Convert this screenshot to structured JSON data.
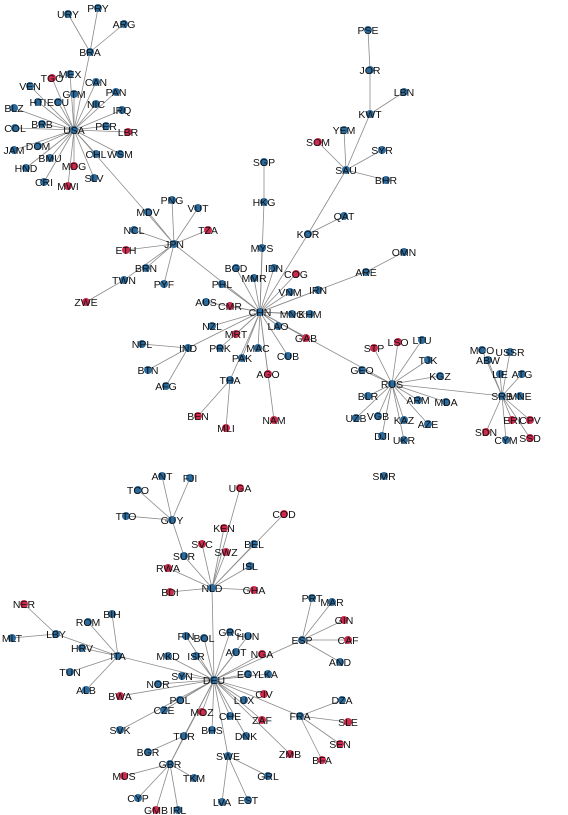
{
  "colors": {
    "blue": "#2b6a9b",
    "red": "#cc2b4e",
    "edge": "#8a8a8a"
  },
  "nodes": [
    {
      "id": "URY",
      "c": "blue"
    },
    {
      "id": "PRY",
      "c": "blue"
    },
    {
      "id": "ARG",
      "c": "blue"
    },
    {
      "id": "BRA",
      "c": "blue"
    },
    {
      "id": "VEN",
      "c": "blue"
    },
    {
      "id": "TGO",
      "c": "red"
    },
    {
      "id": "MEX",
      "c": "blue"
    },
    {
      "id": "CAN",
      "c": "blue"
    },
    {
      "id": "PAN",
      "c": "blue"
    },
    {
      "id": "BLZ",
      "c": "blue"
    },
    {
      "id": "HTI",
      "c": "blue"
    },
    {
      "id": "ECU",
      "c": "blue"
    },
    {
      "id": "GTM",
      "c": "blue"
    },
    {
      "id": "NIC",
      "c": "blue"
    },
    {
      "id": "IRQ",
      "c": "blue"
    },
    {
      "id": "COL",
      "c": "blue"
    },
    {
      "id": "BRB",
      "c": "blue"
    },
    {
      "id": "USA",
      "c": "blue"
    },
    {
      "id": "PER",
      "c": "blue"
    },
    {
      "id": "LBR",
      "c": "red"
    },
    {
      "id": "JAM",
      "c": "blue"
    },
    {
      "id": "DOM",
      "c": "blue"
    },
    {
      "id": "HND",
      "c": "blue"
    },
    {
      "id": "BMU",
      "c": "blue"
    },
    {
      "id": "MDG",
      "c": "red"
    },
    {
      "id": "CHL",
      "c": "blue"
    },
    {
      "id": "WSM",
      "c": "blue"
    },
    {
      "id": "CRI",
      "c": "blue"
    },
    {
      "id": "MWI",
      "c": "red"
    },
    {
      "id": "SLV",
      "c": "blue"
    },
    {
      "id": "PSE",
      "c": "blue"
    },
    {
      "id": "JOR",
      "c": "blue"
    },
    {
      "id": "LBN",
      "c": "blue"
    },
    {
      "id": "KWT",
      "c": "blue"
    },
    {
      "id": "SOM",
      "c": "red"
    },
    {
      "id": "YEM",
      "c": "blue"
    },
    {
      "id": "SYR",
      "c": "blue"
    },
    {
      "id": "SAU",
      "c": "blue"
    },
    {
      "id": "BHR",
      "c": "blue"
    },
    {
      "id": "QAT",
      "c": "blue"
    },
    {
      "id": "KOR",
      "c": "blue"
    },
    {
      "id": "SGP",
      "c": "blue"
    },
    {
      "id": "HKG",
      "c": "blue"
    },
    {
      "id": "PNG",
      "c": "blue"
    },
    {
      "id": "VUT",
      "c": "blue"
    },
    {
      "id": "MDV",
      "c": "blue"
    },
    {
      "id": "TZA",
      "c": "red"
    },
    {
      "id": "NCL",
      "c": "blue"
    },
    {
      "id": "JPN",
      "c": "blue"
    },
    {
      "id": "ETH",
      "c": "red"
    },
    {
      "id": "BRN",
      "c": "blue"
    },
    {
      "id": "TWN",
      "c": "blue"
    },
    {
      "id": "PYF",
      "c": "blue"
    },
    {
      "id": "ZWE",
      "c": "red"
    },
    {
      "id": "MYS",
      "c": "blue"
    },
    {
      "id": "OMN",
      "c": "blue"
    },
    {
      "id": "BGD",
      "c": "blue"
    },
    {
      "id": "IDN",
      "c": "blue"
    },
    {
      "id": "MMR",
      "c": "blue"
    },
    {
      "id": "COG",
      "c": "red"
    },
    {
      "id": "ARE",
      "c": "blue"
    },
    {
      "id": "PHL",
      "c": "blue"
    },
    {
      "id": "VNM",
      "c": "blue"
    },
    {
      "id": "IRN",
      "c": "blue"
    },
    {
      "id": "AUS",
      "c": "blue"
    },
    {
      "id": "CMR",
      "c": "red"
    },
    {
      "id": "CHN",
      "c": "blue"
    },
    {
      "id": "MNG",
      "c": "blue"
    },
    {
      "id": "KHM",
      "c": "blue"
    },
    {
      "id": "NZL",
      "c": "blue"
    },
    {
      "id": "LAO",
      "c": "blue"
    },
    {
      "id": "GAB",
      "c": "red"
    },
    {
      "id": "MRT",
      "c": "red"
    },
    {
      "id": "NPL",
      "c": "blue"
    },
    {
      "id": "IND",
      "c": "blue"
    },
    {
      "id": "PRK",
      "c": "blue"
    },
    {
      "id": "MAC",
      "c": "blue"
    },
    {
      "id": "CUB",
      "c": "blue"
    },
    {
      "id": "PAK",
      "c": "blue"
    },
    {
      "id": "BTN",
      "c": "blue"
    },
    {
      "id": "AFG",
      "c": "blue"
    },
    {
      "id": "THA",
      "c": "blue"
    },
    {
      "id": "AGO",
      "c": "red"
    },
    {
      "id": "BEN",
      "c": "red"
    },
    {
      "id": "MLI",
      "c": "red"
    },
    {
      "id": "NAM",
      "c": "red"
    },
    {
      "id": "STP",
      "c": "red"
    },
    {
      "id": "LSO",
      "c": "red"
    },
    {
      "id": "LTU",
      "c": "blue"
    },
    {
      "id": "TJK",
      "c": "blue"
    },
    {
      "id": "GEO",
      "c": "blue"
    },
    {
      "id": "KGZ",
      "c": "blue"
    },
    {
      "id": "RUS",
      "c": "blue"
    },
    {
      "id": "BLR",
      "c": "blue"
    },
    {
      "id": "ARM",
      "c": "blue"
    },
    {
      "id": "MDA",
      "c": "blue"
    },
    {
      "id": "UZB",
      "c": "blue"
    },
    {
      "id": "VGB",
      "c": "blue"
    },
    {
      "id": "KAZ",
      "c": "blue"
    },
    {
      "id": "AZE",
      "c": "blue"
    },
    {
      "id": "DJI",
      "c": "blue"
    },
    {
      "id": "UKR",
      "c": "blue"
    },
    {
      "id": "MCO",
      "c": "blue"
    },
    {
      "id": "ABW",
      "c": "blue"
    },
    {
      "id": "USSR",
      "c": "blue"
    },
    {
      "id": "LIE",
      "c": "blue"
    },
    {
      "id": "ATG",
      "c": "blue"
    },
    {
      "id": "SRB",
      "c": "blue"
    },
    {
      "id": "MNE",
      "c": "blue"
    },
    {
      "id": "ERI",
      "c": "red"
    },
    {
      "id": "CPV",
      "c": "red"
    },
    {
      "id": "SDN",
      "c": "red"
    },
    {
      "id": "CYM",
      "c": "blue"
    },
    {
      "id": "SSD",
      "c": "red"
    },
    {
      "id": "SMR",
      "c": "blue"
    },
    {
      "id": "ANT",
      "c": "blue"
    },
    {
      "id": "FJI",
      "c": "blue"
    },
    {
      "id": "UGA",
      "c": "red"
    },
    {
      "id": "TCO",
      "c": "blue"
    },
    {
      "id": "COD",
      "c": "red"
    },
    {
      "id": "TTO",
      "c": "blue"
    },
    {
      "id": "GUY",
      "c": "blue"
    },
    {
      "id": "KEN",
      "c": "red"
    },
    {
      "id": "SVC",
      "c": "red"
    },
    {
      "id": "BEL",
      "c": "blue"
    },
    {
      "id": "SUR",
      "c": "blue"
    },
    {
      "id": "SWZ",
      "c": "red"
    },
    {
      "id": "RWA",
      "c": "red"
    },
    {
      "id": "ISL",
      "c": "blue"
    },
    {
      "id": "NLD",
      "c": "blue"
    },
    {
      "id": "BDI",
      "c": "red"
    },
    {
      "id": "GHA",
      "c": "red"
    },
    {
      "id": "NER",
      "c": "red"
    },
    {
      "id": "BIH",
      "c": "blue"
    },
    {
      "id": "ROM",
      "c": "blue"
    },
    {
      "id": "MLT",
      "c": "blue"
    },
    {
      "id": "LBY",
      "c": "blue"
    },
    {
      "id": "HRV",
      "c": "blue"
    },
    {
      "id": "ITA",
      "c": "blue"
    },
    {
      "id": "TUN",
      "c": "blue"
    },
    {
      "id": "ALB",
      "c": "blue"
    },
    {
      "id": "PRT",
      "c": "blue"
    },
    {
      "id": "MAR",
      "c": "blue"
    },
    {
      "id": "GIN",
      "c": "red"
    },
    {
      "id": "CAF",
      "c": "red"
    },
    {
      "id": "ESP",
      "c": "blue"
    },
    {
      "id": "AND",
      "c": "blue"
    },
    {
      "id": "FIN",
      "c": "blue"
    },
    {
      "id": "BOL",
      "c": "blue"
    },
    {
      "id": "GRC",
      "c": "blue"
    },
    {
      "id": "HUN",
      "c": "blue"
    },
    {
      "id": "MKD",
      "c": "blue"
    },
    {
      "id": "ISR",
      "c": "blue"
    },
    {
      "id": "AUT",
      "c": "blue"
    },
    {
      "id": "NGA",
      "c": "red"
    },
    {
      "id": "SYN",
      "c": "blue"
    },
    {
      "id": "EGY",
      "c": "blue"
    },
    {
      "id": "LKA",
      "c": "blue"
    },
    {
      "id": "NOR",
      "c": "blue"
    },
    {
      "id": "DEU",
      "c": "blue"
    },
    {
      "id": "BWA",
      "c": "red"
    },
    {
      "id": "POL",
      "c": "blue"
    },
    {
      "id": "CIV",
      "c": "red"
    },
    {
      "id": "LUX",
      "c": "blue"
    },
    {
      "id": "DZA",
      "c": "blue"
    },
    {
      "id": "CZE",
      "c": "blue"
    },
    {
      "id": "MOZ",
      "c": "red"
    },
    {
      "id": "CHE",
      "c": "blue"
    },
    {
      "id": "FRA",
      "c": "blue"
    },
    {
      "id": "ZAF",
      "c": "red"
    },
    {
      "id": "SLE",
      "c": "red"
    },
    {
      "id": "SVK",
      "c": "blue"
    },
    {
      "id": "BHS",
      "c": "blue"
    },
    {
      "id": "TUR",
      "c": "blue"
    },
    {
      "id": "DNK",
      "c": "blue"
    },
    {
      "id": "SEN",
      "c": "red"
    },
    {
      "id": "BGR",
      "c": "blue"
    },
    {
      "id": "ZMB",
      "c": "red"
    },
    {
      "id": "BFA",
      "c": "red"
    },
    {
      "id": "SWE",
      "c": "blue"
    },
    {
      "id": "GBR",
      "c": "blue"
    },
    {
      "id": "MUS",
      "c": "red"
    },
    {
      "id": "TKM",
      "c": "blue"
    },
    {
      "id": "GRL",
      "c": "blue"
    },
    {
      "id": "CYP",
      "c": "blue"
    },
    {
      "id": "EST",
      "c": "blue"
    },
    {
      "id": "GMB",
      "c": "red"
    },
    {
      "id": "IRL",
      "c": "blue"
    },
    {
      "id": "LVA",
      "c": "blue"
    }
  ],
  "edges": [
    [
      "BRA",
      "URY"
    ],
    [
      "BRA",
      "PRY"
    ],
    [
      "BRA",
      "ARG"
    ],
    [
      "BRA",
      "USA"
    ],
    [
      "USA",
      "VEN"
    ],
    [
      "USA",
      "TGO"
    ],
    [
      "USA",
      "MEX"
    ],
    [
      "USA",
      "CAN"
    ],
    [
      "USA",
      "PAN"
    ],
    [
      "USA",
      "BLZ"
    ],
    [
      "USA",
      "HTI"
    ],
    [
      "USA",
      "ECU"
    ],
    [
      "USA",
      "GTM"
    ],
    [
      "USA",
      "NIC"
    ],
    [
      "USA",
      "IRQ"
    ],
    [
      "USA",
      "COL"
    ],
    [
      "USA",
      "BRB"
    ],
    [
      "USA",
      "PER"
    ],
    [
      "USA",
      "LBR"
    ],
    [
      "USA",
      "JAM"
    ],
    [
      "USA",
      "DOM"
    ],
    [
      "USA",
      "HND"
    ],
    [
      "USA",
      "BMU"
    ],
    [
      "USA",
      "MDG"
    ],
    [
      "USA",
      "CHL"
    ],
    [
      "USA",
      "WSM"
    ],
    [
      "USA",
      "CRI"
    ],
    [
      "USA",
      "MWI"
    ],
    [
      "USA",
      "SLV"
    ],
    [
      "USA",
      "JPN"
    ],
    [
      "JOR",
      "PSE"
    ],
    [
      "KWT",
      "JOR"
    ],
    [
      "KWT",
      "LBN"
    ],
    [
      "SAU",
      "KWT"
    ],
    [
      "SAU",
      "SOM"
    ],
    [
      "SAU",
      "YEM"
    ],
    [
      "SAU",
      "SYR"
    ],
    [
      "SAU",
      "BHR"
    ],
    [
      "SAU",
      "KOR"
    ],
    [
      "KOR",
      "QAT"
    ],
    [
      "CHN",
      "KOR"
    ],
    [
      "HKG",
      "SGP"
    ],
    [
      "CHN",
      "HKG"
    ],
    [
      "JPN",
      "PNG"
    ],
    [
      "JPN",
      "VUT"
    ],
    [
      "JPN",
      "MDV"
    ],
    [
      "JPN",
      "TZA"
    ],
    [
      "JPN",
      "NCL"
    ],
    [
      "JPN",
      "ETH"
    ],
    [
      "JPN",
      "BRN"
    ],
    [
      "JPN",
      "TWN"
    ],
    [
      "JPN",
      "PYF"
    ],
    [
      "TWN",
      "ZWE"
    ],
    [
      "JPN",
      "CHN"
    ],
    [
      "CHN",
      "MYS"
    ],
    [
      "ARE",
      "OMN"
    ],
    [
      "CHN",
      "ARE"
    ],
    [
      "CHN",
      "BGD"
    ],
    [
      "CHN",
      "IDN"
    ],
    [
      "CHN",
      "MMR"
    ],
    [
      "CHN",
      "COG"
    ],
    [
      "CHN",
      "PHL"
    ],
    [
      "CHN",
      "VNM"
    ],
    [
      "CHN",
      "IRN"
    ],
    [
      "CHN",
      "AUS"
    ],
    [
      "CHN",
      "CMR"
    ],
    [
      "CHN",
      "MNG"
    ],
    [
      "CHN",
      "KHM"
    ],
    [
      "CHN",
      "NZL"
    ],
    [
      "CHN",
      "LAO"
    ],
    [
      "CHN",
      "GAB"
    ],
    [
      "CHN",
      "MRT"
    ],
    [
      "CHN",
      "IND"
    ],
    [
      "CHN",
      "PRK"
    ],
    [
      "CHN",
      "MAC"
    ],
    [
      "CHN",
      "CUB"
    ],
    [
      "CHN",
      "PAK"
    ],
    [
      "CHN",
      "THA"
    ],
    [
      "CHN",
      "AGO"
    ],
    [
      "CHN",
      "NAM"
    ],
    [
      "CHN",
      "RUS"
    ],
    [
      "IND",
      "NPL"
    ],
    [
      "IND",
      "BTN"
    ],
    [
      "IND",
      "AFG"
    ],
    [
      "THA",
      "BEN"
    ],
    [
      "THA",
      "MLI"
    ],
    [
      "RUS",
      "STP"
    ],
    [
      "RUS",
      "LSO"
    ],
    [
      "RUS",
      "LTU"
    ],
    [
      "RUS",
      "TJK"
    ],
    [
      "RUS",
      "GEO"
    ],
    [
      "RUS",
      "KGZ"
    ],
    [
      "RUS",
      "BLR"
    ],
    [
      "RUS",
      "ARM"
    ],
    [
      "RUS",
      "MDA"
    ],
    [
      "RUS",
      "UZB"
    ],
    [
      "RUS",
      "VGB"
    ],
    [
      "RUS",
      "KAZ"
    ],
    [
      "RUS",
      "AZE"
    ],
    [
      "RUS",
      "DJI"
    ],
    [
      "RUS",
      "UKR"
    ],
    [
      "RUS",
      "SRB"
    ],
    [
      "SRB",
      "MCO"
    ],
    [
      "SRB",
      "ABW"
    ],
    [
      "SRB",
      "USSR"
    ],
    [
      "SRB",
      "LIE"
    ],
    [
      "SRB",
      "ATG"
    ],
    [
      "SRB",
      "MNE"
    ],
    [
      "SRB",
      "ERI"
    ],
    [
      "SRB",
      "CPV"
    ],
    [
      "SRB",
      "SDN"
    ],
    [
      "SRB",
      "CYM"
    ],
    [
      "SRB",
      "SSD"
    ],
    [
      "GUY",
      "ANT"
    ],
    [
      "GUY",
      "FJI"
    ],
    [
      "GUY",
      "TCO"
    ],
    [
      "GUY",
      "TTO"
    ],
    [
      "GUY",
      "SUR"
    ],
    [
      "NLD",
      "UGA"
    ],
    [
      "NLD",
      "KEN"
    ],
    [
      "NLD",
      "COD"
    ],
    [
      "NLD",
      "SVC"
    ],
    [
      "NLD",
      "BEL"
    ],
    [
      "NLD",
      "SUR"
    ],
    [
      "NLD",
      "SWZ"
    ],
    [
      "NLD",
      "RWA"
    ],
    [
      "NLD",
      "ISL"
    ],
    [
      "NLD",
      "BDI"
    ],
    [
      "NLD",
      "GHA"
    ],
    [
      "NLD",
      "DEU"
    ],
    [
      "LBY",
      "NER"
    ],
    [
      "LBY",
      "MLT"
    ],
    [
      "ITA",
      "BIH"
    ],
    [
      "ITA",
      "ROM"
    ],
    [
      "ITA",
      "LBY"
    ],
    [
      "ITA",
      "HRV"
    ],
    [
      "ITA",
      "TUN"
    ],
    [
      "ITA",
      "ALB"
    ],
    [
      "ITA",
      "DEU"
    ],
    [
      "ESP",
      "PRT"
    ],
    [
      "ESP",
      "MAR"
    ],
    [
      "ESP",
      "GIN"
    ],
    [
      "ESP",
      "CAF"
    ],
    [
      "ESP",
      "AND"
    ],
    [
      "ESP",
      "DEU"
    ],
    [
      "DEU",
      "FIN"
    ],
    [
      "DEU",
      "BOL"
    ],
    [
      "DEU",
      "GRC"
    ],
    [
      "DEU",
      "HUN"
    ],
    [
      "DEU",
      "MKD"
    ],
    [
      "DEU",
      "ISR"
    ],
    [
      "DEU",
      "AUT"
    ],
    [
      "DEU",
      "NGA"
    ],
    [
      "DEU",
      "SYN"
    ],
    [
      "DEU",
      "EGY"
    ],
    [
      "DEU",
      "LKA"
    ],
    [
      "DEU",
      "NOR"
    ],
    [
      "DEU",
      "BWA"
    ],
    [
      "DEU",
      "POL"
    ],
    [
      "DEU",
      "CIV"
    ],
    [
      "DEU",
      "LUX"
    ],
    [
      "DEU",
      "CZE"
    ],
    [
      "DEU",
      "MOZ"
    ],
    [
      "DEU",
      "CHE"
    ],
    [
      "DEU",
      "FRA"
    ],
    [
      "DEU",
      "ZAF"
    ],
    [
      "DEU",
      "SVK"
    ],
    [
      "DEU",
      "BHS"
    ],
    [
      "DEU",
      "TUR"
    ],
    [
      "DEU",
      "DNK"
    ],
    [
      "DEU",
      "SWE"
    ],
    [
      "DEU",
      "ZMB"
    ],
    [
      "DEU",
      "GBR"
    ],
    [
      "FRA",
      "DZA"
    ],
    [
      "FRA",
      "SLE"
    ],
    [
      "FRA",
      "SEN"
    ],
    [
      "FRA",
      "BFA"
    ],
    [
      "TUR",
      "BGR"
    ],
    [
      "TUR",
      "GBR"
    ],
    [
      "GBR",
      "MUS"
    ],
    [
      "GBR",
      "TKM"
    ],
    [
      "GBR",
      "CYP"
    ],
    [
      "GBR",
      "GMB"
    ],
    [
      "GBR",
      "IRL"
    ],
    [
      "SWE",
      "GRL"
    ],
    [
      "SWE",
      "EST"
    ],
    [
      "SWE",
      "LVA"
    ]
  ]
}
